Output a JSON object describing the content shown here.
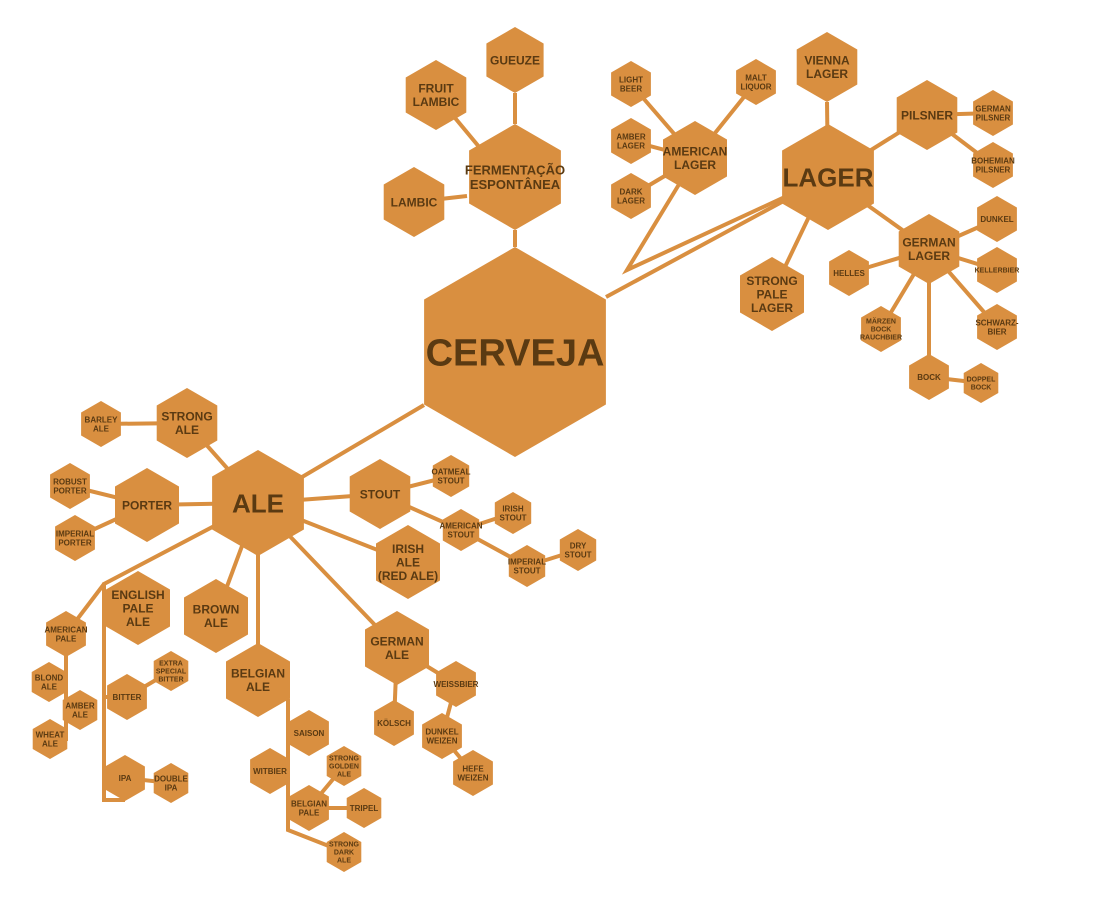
{
  "nodes": [
    {
      "id": "cerveja",
      "lines": [
        "CERVEJA"
      ]
    },
    {
      "id": "ferm",
      "lines": [
        "FERMENTAÇÃO",
        "ESPONTÂNEA"
      ]
    },
    {
      "id": "gueuze",
      "lines": [
        "GUEUZE"
      ]
    },
    {
      "id": "fruit",
      "lines": [
        "FRUIT",
        "LAMBIC"
      ]
    },
    {
      "id": "lambic",
      "lines": [
        "LAMBIC"
      ]
    },
    {
      "id": "lager",
      "lines": [
        "LAGER"
      ]
    },
    {
      "id": "vienna",
      "lines": [
        "VIENNA",
        "LAGER"
      ]
    },
    {
      "id": "american_lager",
      "lines": [
        "AMERICAN",
        "LAGER"
      ]
    },
    {
      "id": "light_beer",
      "lines": [
        "LIGHT",
        "BEER"
      ]
    },
    {
      "id": "malt_liquor",
      "lines": [
        "MALT",
        "LIQUOR"
      ]
    },
    {
      "id": "amber_lager",
      "lines": [
        "AMBER",
        "LAGER"
      ]
    },
    {
      "id": "dark_lager",
      "lines": [
        "DARK",
        "LAGER"
      ]
    },
    {
      "id": "pilsner",
      "lines": [
        "PILSNER"
      ]
    },
    {
      "id": "german_pilsner",
      "lines": [
        "GERMAN",
        "PILSNER"
      ]
    },
    {
      "id": "bohemian_pilsner",
      "lines": [
        "BOHEMIAN",
        "PILSNER"
      ]
    },
    {
      "id": "german_lager",
      "lines": [
        "GERMAN",
        "LAGER"
      ]
    },
    {
      "id": "dunkel",
      "lines": [
        "DUNKEL"
      ]
    },
    {
      "id": "kellerbier",
      "lines": [
        "KELLERBIER"
      ]
    },
    {
      "id": "helles",
      "lines": [
        "HELLES"
      ]
    },
    {
      "id": "schwarzbier",
      "lines": [
        "SCHWARZ-",
        "BIER"
      ]
    },
    {
      "id": "marzen",
      "lines": [
        "MÄRZEN",
        "BOCK",
        "RAUCHBIER"
      ]
    },
    {
      "id": "bock",
      "lines": [
        "BOCK"
      ]
    },
    {
      "id": "doppelbock",
      "lines": [
        "DOPPEL",
        "BOCK"
      ]
    },
    {
      "id": "strong_pale_lager",
      "lines": [
        "STRONG",
        "PALE",
        "LAGER"
      ]
    },
    {
      "id": "ale",
      "lines": [
        "ALE"
      ]
    },
    {
      "id": "strong_ale",
      "lines": [
        "STRONG",
        "ALE"
      ]
    },
    {
      "id": "barley_ale",
      "lines": [
        "BARLEY",
        "ALE"
      ]
    },
    {
      "id": "porter",
      "lines": [
        "PORTER"
      ]
    },
    {
      "id": "robust_porter",
      "lines": [
        "ROBUST",
        "PORTER"
      ]
    },
    {
      "id": "imperial_porter",
      "lines": [
        "IMPERIAL",
        "PORTER"
      ]
    },
    {
      "id": "stout",
      "lines": [
        "STOUT"
      ]
    },
    {
      "id": "oatmeal_stout",
      "lines": [
        "OATMEAL",
        "STOUT"
      ]
    },
    {
      "id": "american_stout",
      "lines": [
        "AMERICAN",
        "STOUT"
      ]
    },
    {
      "id": "irish_stout",
      "lines": [
        "IRISH",
        "STOUT"
      ]
    },
    {
      "id": "imperial_stout",
      "lines": [
        "IMPERIAL",
        "STOUT"
      ]
    },
    {
      "id": "dry_stout",
      "lines": [
        "DRY",
        "STOUT"
      ]
    },
    {
      "id": "irish_ale",
      "lines": [
        "IRISH",
        "ALE",
        "(RED ALE)"
      ]
    },
    {
      "id": "brown_ale",
      "lines": [
        "BROWN",
        "ALE"
      ]
    },
    {
      "id": "english_pale",
      "lines": [
        "ENGLISH",
        "PALE",
        "ALE"
      ]
    },
    {
      "id": "american_pale",
      "lines": [
        "AMERICAN",
        "PALE"
      ]
    },
    {
      "id": "blond_ale",
      "lines": [
        "BLOND",
        "ALE"
      ]
    },
    {
      "id": "amber_ale",
      "lines": [
        "AMBER",
        "ALE"
      ]
    },
    {
      "id": "wheat_ale",
      "lines": [
        "WHEAT",
        "ALE"
      ]
    },
    {
      "id": "bitter",
      "lines": [
        "BITTER"
      ]
    },
    {
      "id": "esb",
      "lines": [
        "EXTRA",
        "SPECIAL",
        "BITTER"
      ]
    },
    {
      "id": "ipa",
      "lines": [
        "IPA"
      ]
    },
    {
      "id": "double_ipa",
      "lines": [
        "DOUBLE",
        "IPA"
      ]
    },
    {
      "id": "belgian_ale",
      "lines": [
        "BELGIAN",
        "ALE"
      ]
    },
    {
      "id": "saison",
      "lines": [
        "SAISON"
      ]
    },
    {
      "id": "witbier",
      "lines": [
        "WITBIER"
      ]
    },
    {
      "id": "strong_golden",
      "lines": [
        "STRONG",
        "GOLDEN",
        "ALE"
      ]
    },
    {
      "id": "belgian_pale",
      "lines": [
        "BELGIAN",
        "PALE"
      ]
    },
    {
      "id": "tripel",
      "lines": [
        "TRIPEL"
      ]
    },
    {
      "id": "strong_dark",
      "lines": [
        "STRONG",
        "DARK",
        "ALE"
      ]
    },
    {
      "id": "german_ale",
      "lines": [
        "GERMAN",
        "ALE"
      ]
    },
    {
      "id": "weissbier",
      "lines": [
        "WEISSBIER"
      ]
    },
    {
      "id": "kolsch",
      "lines": [
        "KÖLSCH"
      ]
    },
    {
      "id": "dunkelweizen",
      "lines": [
        "DUNKEL",
        "WEIZEN"
      ]
    },
    {
      "id": "hefeweizen",
      "lines": [
        "HEFE",
        "WEIZEN"
      ]
    }
  ],
  "colors": {
    "hexagon": "#D98F40",
    "label": "#5A3A12",
    "background": "#FFFFFF"
  }
}
